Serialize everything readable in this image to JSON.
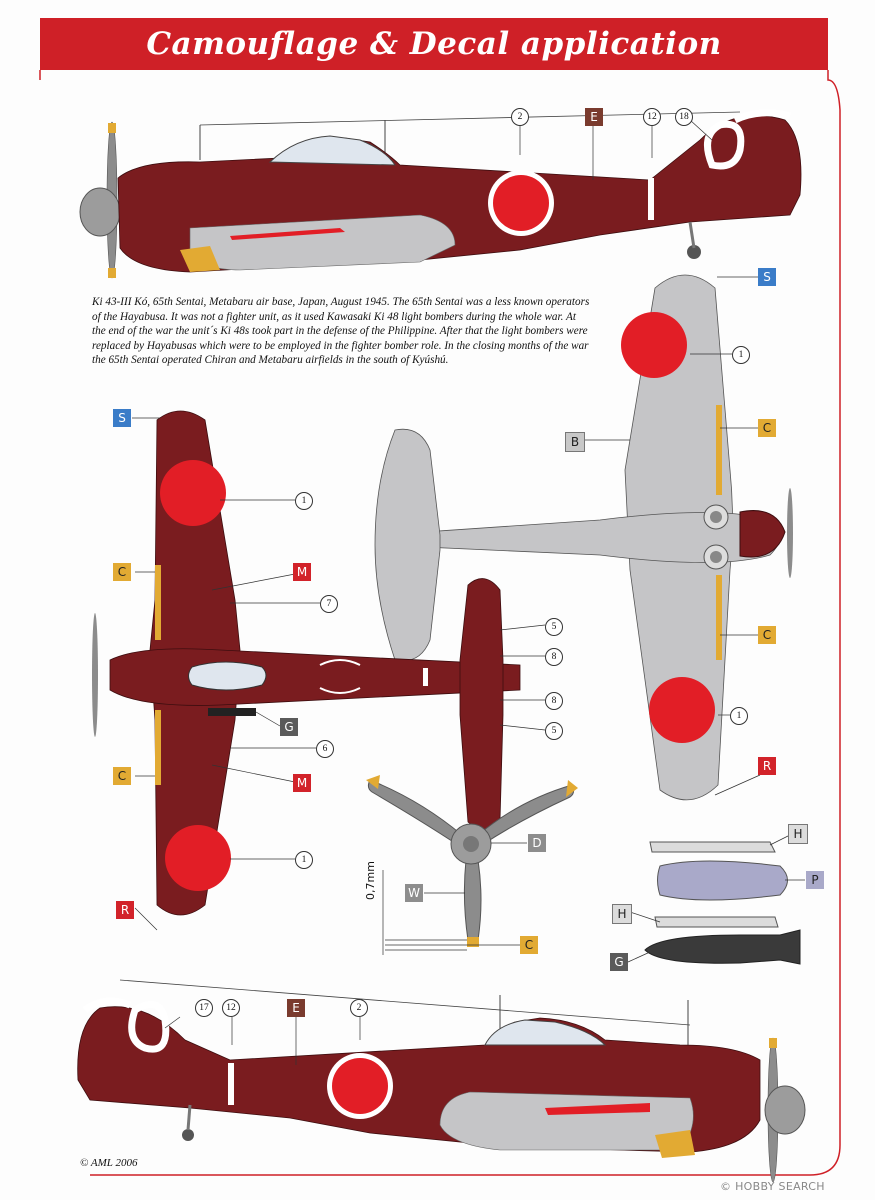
{
  "title": "Camouflage & Decal application",
  "description": "Ki 43-III Kó, 65th Sentai, Metabaru air base, Japan, August 1945. The 65th Sentai was a less known operators of the Hayabusa. It was not a fighter unit, as it used Kawasaki Ki 48 light bombers during the whole war. At the end of the war the unit´s Ki 48s took part in the defense of the Philippine. After that the light bombers were replaced by Hayabusas which were to be employed  in the fighter bomber role. In the closing months of the war the 65th Sentai operated Chiran and Metabaru airfields in the south of Kyúshú.",
  "copyright": "© AML 2006",
  "watermark": "© HOBBY SEARCH",
  "dimension_label": "0,7mm",
  "colors": {
    "banner": "#cf2027",
    "fuselage": "#7a1c1f",
    "underside": "#c5c5c7",
    "hinomaru": "#e21e26",
    "callout_red": "#d2232a",
    "callout_blue": "#3a7cc8",
    "callout_yellow": "#e2aa33",
    "callout_grey": "#8d8d8d",
    "callout_lightgrey": "#c8c8c8",
    "callout_dark": "#5a5a5a",
    "callout_lilac": "#a9a9c9",
    "brown": "#7a3b2e"
  },
  "callouts": {
    "e_top": "E",
    "s_right": "S",
    "s_left": "S",
    "b": "B",
    "c_right_top": "C",
    "c_right_bottom": "C",
    "c_left_top": "C",
    "c_left_bottom": "C",
    "m_top": "M",
    "m_bottom": "M",
    "g_wing": "G",
    "r_right": "R",
    "r_left": "R",
    "d": "D",
    "w": "W",
    "c_prop": "C",
    "h_top": "H",
    "p": "P",
    "h_bottom": "H",
    "g_bomb": "G",
    "e_bottom": "E"
  },
  "numbers": {
    "n2_top": "2",
    "n12_top": "12",
    "n18": "18",
    "n1_right_top": "1",
    "n1_right_bottom": "1",
    "n1_left_top": "1",
    "n7": "7",
    "n5_top": "5",
    "n8_top": "8",
    "n8_bottom": "8",
    "n5_bottom": "5",
    "n6": "6",
    "n1_left_bottom": "1",
    "n17": "17",
    "n12_bottom": "12",
    "n2_bottom": "2"
  }
}
